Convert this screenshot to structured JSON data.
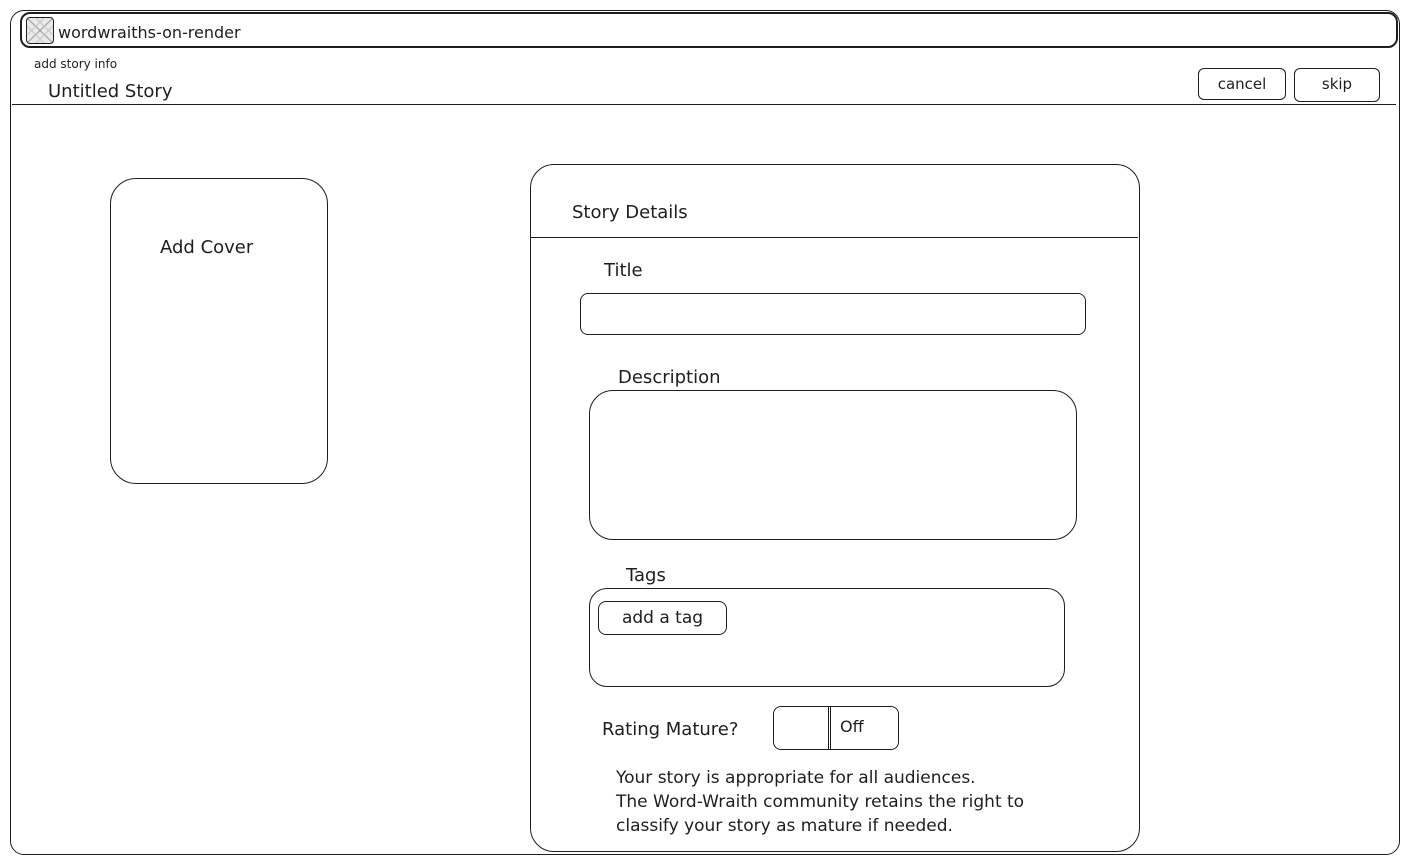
{
  "window": {
    "app_title": "wordwraiths-on-render",
    "icon": "image-placeholder-icon"
  },
  "header": {
    "subtitle": "add story info",
    "story_title": "Untitled Story",
    "cancel_label": "cancel",
    "skip_label": "skip"
  },
  "cover": {
    "label": "Add Cover"
  },
  "details": {
    "heading": "Story Details",
    "title_label": "Title",
    "title_value": "",
    "description_label": "Description",
    "description_value": "",
    "tags_label": "Tags",
    "add_tag_label": "add a tag",
    "rating_label": "Rating Mature?",
    "rating_toggle_state": "Off",
    "rating_note": [
      "Your story is appropriate for all audiences.",
      "The Word-Wraith community retains the right to",
      "classify your story as mature if needed."
    ]
  }
}
